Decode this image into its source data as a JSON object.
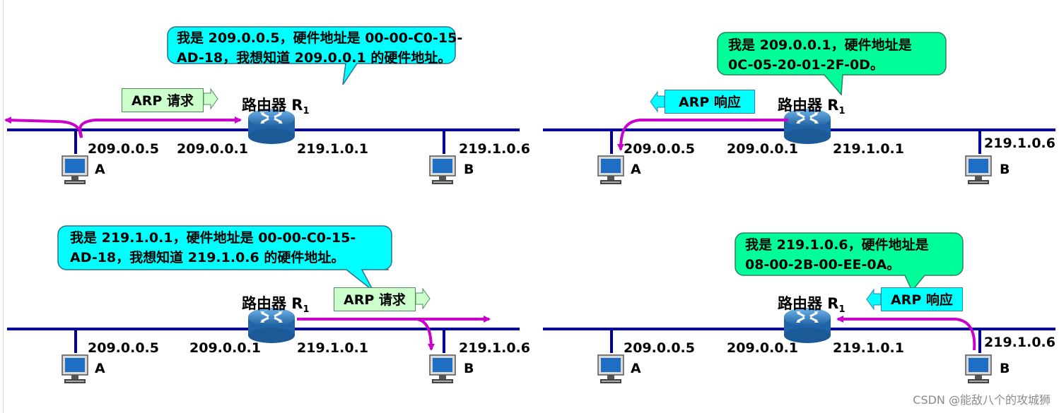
{
  "router": {
    "title": "路由器 R",
    "subscript": "1"
  },
  "panels": [
    {
      "id": "tl",
      "bubble": {
        "line1": "我是 209.0.0.5，硬件地址是 00-00-C0-15-",
        "line2": "AD-18，我想知道 209.0.0.1 的硬件地址。",
        "color": "#00ffff"
      },
      "tag": {
        "label": "ARP 请求",
        "kind": "request"
      },
      "ips": {
        "a": "209.0.0.5",
        "r_left": "209.0.0.1",
        "r_right": "219.1.0.1",
        "b": "219.1.0.6"
      },
      "hosts": {
        "a": "A",
        "b": "B"
      }
    },
    {
      "id": "tr",
      "bubble": {
        "line1": "我是 209.0.0.1，硬件地址是",
        "line2": "0C-05-20-01-2F-0D。",
        "color": "#00ff99"
      },
      "tag": {
        "label": "ARP 响应",
        "kind": "response"
      },
      "ips": {
        "a": "209.0.0.5",
        "r_left": "209.0.0.1",
        "r_right": "219.1.0.1",
        "b": "219.1.0.6"
      },
      "hosts": {
        "a": "A",
        "b": "B"
      }
    },
    {
      "id": "bl",
      "bubble": {
        "line1": "我是 219.1.0.1，硬件地址是 00-00-C0-15-",
        "line2": "AD-18，我想知道 219.1.0.6 的硬件地址。",
        "color": "#00ffff"
      },
      "tag": {
        "label": "ARP 请求",
        "kind": "request"
      },
      "ips": {
        "a": "209.0.0.5",
        "r_left": "209.0.0.1",
        "r_right": "219.1.0.1",
        "b": "219.1.0.6"
      },
      "hosts": {
        "a": "A",
        "b": "B"
      }
    },
    {
      "id": "br",
      "bubble": {
        "line1": "我是 219.1.0.6，硬件地址是",
        "line2": "08-00-2B-00-EE-0A。",
        "color": "#00ff99"
      },
      "tag": {
        "label": "ARP 响应",
        "kind": "response"
      },
      "ips": {
        "a": "209.0.0.5",
        "r_left": "209.0.0.1",
        "r_right": "219.1.0.1",
        "b": "219.1.0.6"
      },
      "hosts": {
        "a": "A",
        "b": "B"
      }
    }
  ],
  "colors": {
    "network_line": "#000099",
    "flow_arrow": "#cc00cc",
    "router_body": "#2a7fc4"
  },
  "watermark": "CSDN @能敌八个的攻城狮"
}
